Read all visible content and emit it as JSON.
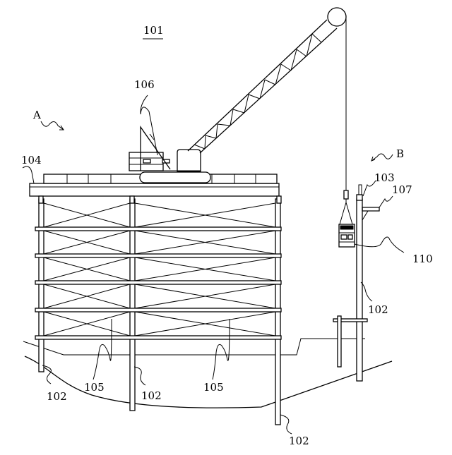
{
  "figure": {
    "title_ref": "101",
    "labels": {
      "A": "A",
      "B": "B",
      "piles": [
        "102",
        "102",
        "102",
        "102"
      ],
      "guide_frame": "103",
      "platform": "104",
      "bracing": [
        "105",
        "105"
      ],
      "crane": "106",
      "bracket": "107",
      "lifted_unit": "110"
    }
  }
}
